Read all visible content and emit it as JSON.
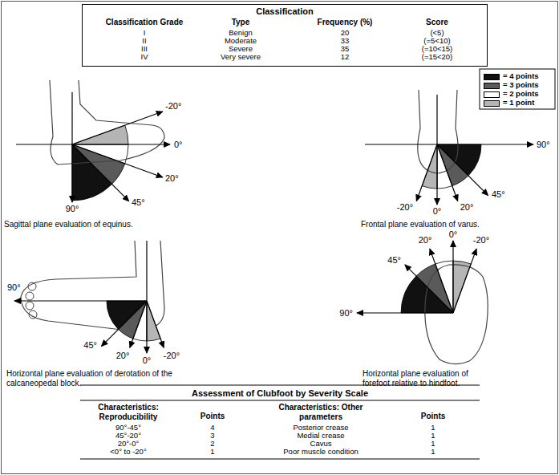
{
  "diagram": {
    "nodes": [
      {
        "text": [
          "Classification"
        ]
      }
    ],
    "labels": [
      "Classification Grade",
      "Type",
      "Frequency (%)",
      "Score",
      "I",
      "Benign",
      "20",
      "(<5)",
      "II",
      "Moderate",
      "33",
      "(=5<10)",
      "III",
      "Severe",
      "35",
      "(=10<15)",
      "IV",
      "Very severe",
      "12",
      "(=15<20)",
      "-20°",
      "0°",
      "20°",
      "45°",
      "90°",
      "Sagittal plane evaluation of equinus.",
      "90°",
      "45°",
      "-20°",
      "0°",
      "20°",
      "Frontal plane evaluation of varus.",
      "90°",
      "45°",
      "20°",
      "0°",
      "-20°",
      "Horizontal plane evaluation of derotation of the calcaneopedal block.",
      "20°",
      "0°",
      "-20°",
      "45°",
      "90°",
      "Horizontal plane evaluation of forefoot relative to hindfoot.",
      "Assessment of Clubfoot by Severity Scale",
      "Characteristics: Reproducibility",
      "Points",
      "Characteristics: Other parameters",
      "Points",
      "90°-45°",
      "4",
      "Posterior crease",
      "1",
      "45°-20°",
      "3",
      "Medial crease",
      "1",
      "20°-0°",
      "2",
      "Cavus",
      "1",
      "<0° to -20°",
      "1",
      "Poor muscle condition",
      "1"
    ],
    "legend": [
      {
        "text": "= 4 points",
        "color": "#111111"
      },
      {
        "text": "= 3 points",
        "color": "#5a5a5a"
      },
      {
        "text": "= 2 points",
        "color": "#ffffff"
      },
      {
        "text": "= 1 point",
        "color": "#b5b5b5"
      }
    ]
  }
}
